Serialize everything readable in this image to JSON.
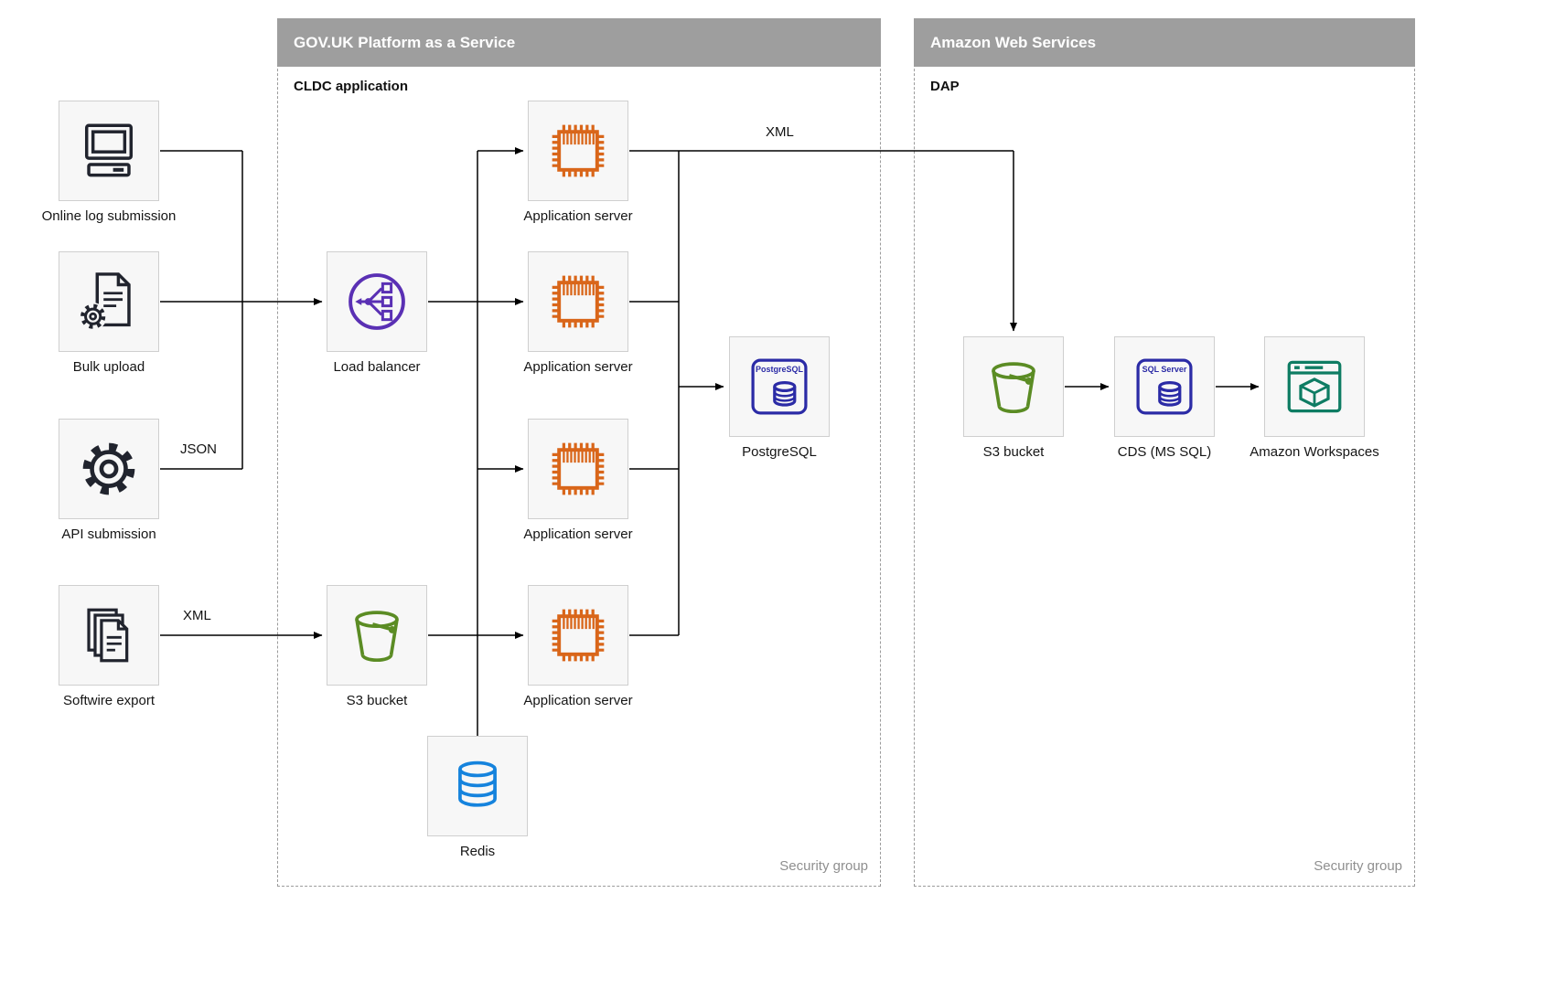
{
  "regions": {
    "paas": {
      "header": "GOV.UK Platform as a Service",
      "sublabel": "CLDC application",
      "security": "Security group"
    },
    "aws": {
      "header": "Amazon Web Services",
      "sublabel": "DAP",
      "security": "Security group"
    }
  },
  "nodes": {
    "online_log": {
      "label": "Online log submission",
      "icon": "desktop-computer-icon"
    },
    "bulk_upload": {
      "label": "Bulk upload",
      "icon": "document-gear-icon"
    },
    "api_submission": {
      "label": "API submission",
      "icon": "gear-icon"
    },
    "softwire_export": {
      "label": "Softwire export",
      "icon": "documents-stack-icon"
    },
    "load_balancer": {
      "label": "Load balancer",
      "icon": "load-balancer-icon"
    },
    "app_server_1": {
      "label": "Application server",
      "icon": "chip-icon"
    },
    "app_server_2": {
      "label": "Application server",
      "icon": "chip-icon"
    },
    "app_server_3": {
      "label": "Application server",
      "icon": "chip-icon"
    },
    "app_server_4": {
      "label": "Application server",
      "icon": "chip-icon"
    },
    "postgresql": {
      "label": "PostgreSQL",
      "icon_text": "PostgreSQL",
      "icon": "rds-database-icon"
    },
    "s3_paas": {
      "label": "S3 bucket",
      "icon": "s3-bucket-icon"
    },
    "redis": {
      "label": "Redis",
      "icon": "database-cylinder-icon"
    },
    "s3_aws": {
      "label": "S3 bucket",
      "icon": "s3-bucket-icon"
    },
    "cds": {
      "label": "CDS (MS SQL)",
      "icon_text": "SQL Server",
      "icon": "rds-database-icon"
    },
    "workspaces": {
      "label": "Amazon Workspaces",
      "icon": "workspaces-icon"
    }
  },
  "edge_labels": {
    "json": "JSON",
    "xml_to_s3": "XML",
    "xml_to_dap": "XML"
  },
  "colors": {
    "header_gray": "#9e9e9e",
    "dark": "#21242e",
    "purple": "#5a30b4",
    "orange": "#d9661a",
    "blue_db": "#2b2ba6",
    "green": "#5b8c24",
    "redis_blue": "#1583dd",
    "teal": "#0e7c63",
    "line": "#000000"
  }
}
